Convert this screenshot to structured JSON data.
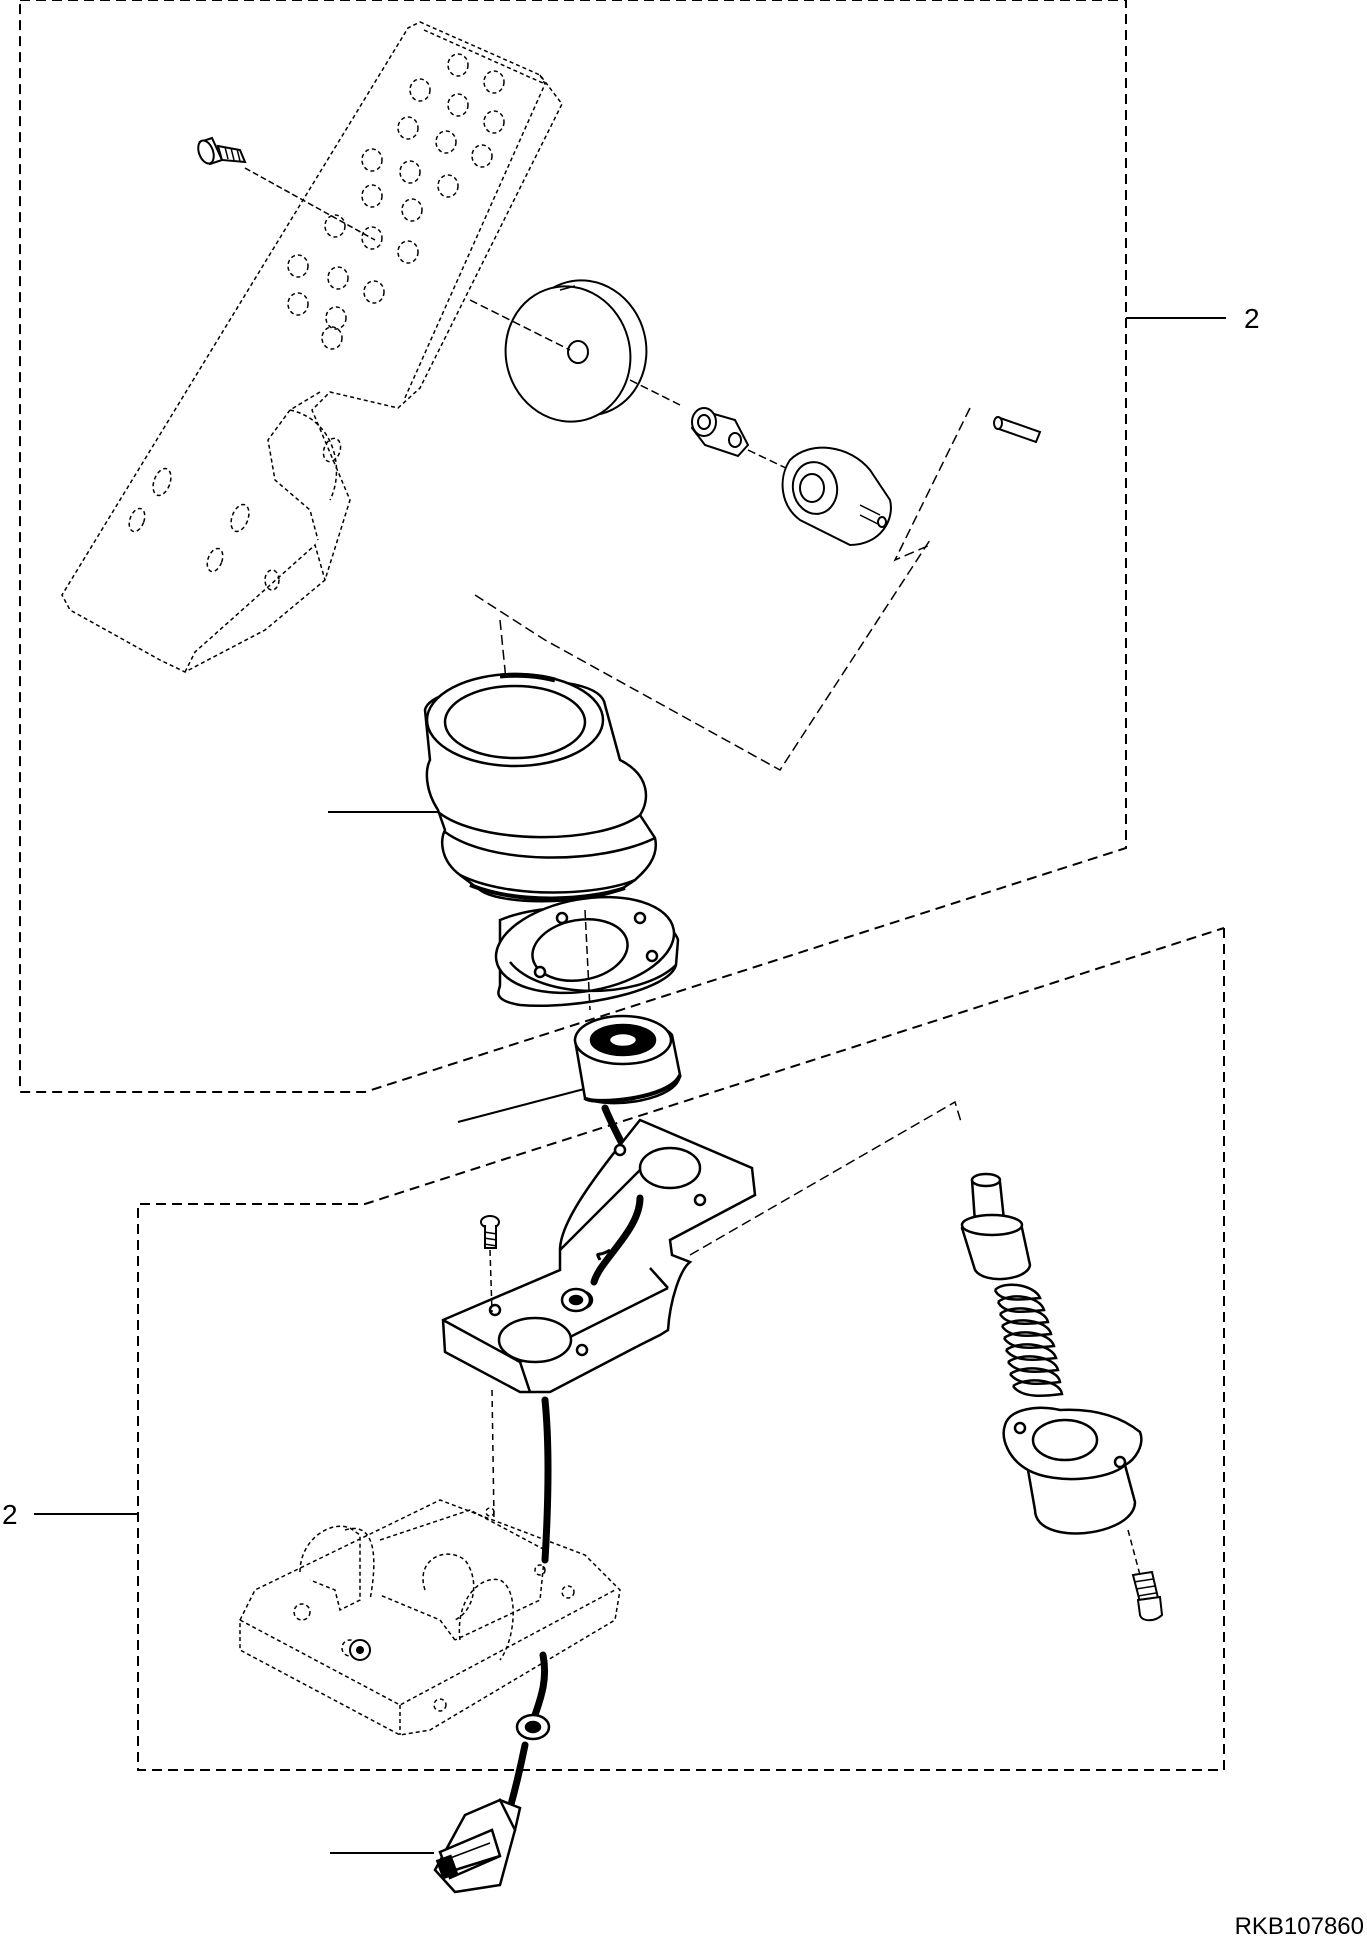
{
  "diagram": {
    "callouts": [
      {
        "id": "group-upper",
        "label": "2"
      },
      {
        "id": "group-lower",
        "label": "2"
      }
    ],
    "figure_id": "RKB107860"
  }
}
